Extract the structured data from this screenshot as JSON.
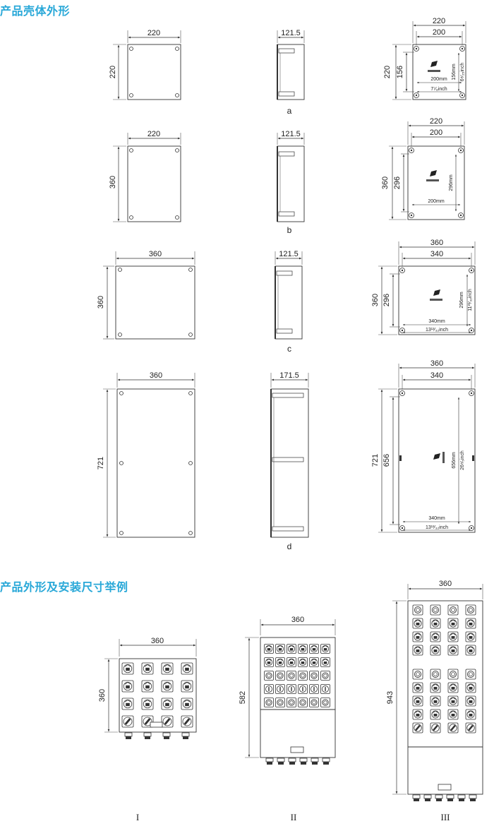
{
  "headings": {
    "shell": "产品壳体外形",
    "examples": "产品外形及安装尺寸举例"
  },
  "rows": [
    {
      "label": "a",
      "front": {
        "width": "220",
        "height": "220"
      },
      "side": {
        "depth": "121.5"
      },
      "back": {
        "outer_width": "220",
        "inner_width": "200",
        "outer_height": "220",
        "inner_height": "156",
        "hole_w_mm": "200mm",
        "hole_w_inch": "7⁷⁄₈inch",
        "hole_h_mm": "156mm",
        "hole_h_inch": "6⁴⁄₂₅inch"
      }
    },
    {
      "label": "b",
      "front": {
        "width": "220",
        "height": "360"
      },
      "side": {
        "depth": "121.5"
      },
      "back": {
        "outer_width": "220",
        "inner_width": "200",
        "outer_height": "360",
        "inner_height": "296",
        "hole_w_mm": "200mm",
        "hole_h_mm": "296mm"
      }
    },
    {
      "label": "c",
      "front": {
        "width": "360",
        "height": "360"
      },
      "side": {
        "depth": "121.5"
      },
      "back": {
        "outer_width": "360",
        "inner_width": "340",
        "outer_height": "360",
        "inner_height": "296",
        "hole_w_mm": "340mm",
        "hole_w_inch": "13¹³⁄₃₂inch",
        "hole_h_mm": "296mm",
        "hole_h_inch": "11²¹⁄₃₂inch"
      }
    },
    {
      "label": "d",
      "front": {
        "width": "360",
        "height": "721"
      },
      "side": {
        "depth": "171.5"
      },
      "back": {
        "outer_width": "360",
        "inner_width": "340",
        "outer_height": "721",
        "inner_height": "656",
        "hole_w_mm": "340mm",
        "hole_w_inch": "13¹³⁄₃₂inch",
        "hole_h_mm": "656mm",
        "hole_h_inch": "26⁴⁄₅inch"
      }
    }
  ],
  "examples": [
    {
      "label": "I",
      "width": "360",
      "height": "360"
    },
    {
      "label": "II",
      "width": "360",
      "height": "582"
    },
    {
      "label": "III",
      "width": "360",
      "height": "943"
    }
  ]
}
